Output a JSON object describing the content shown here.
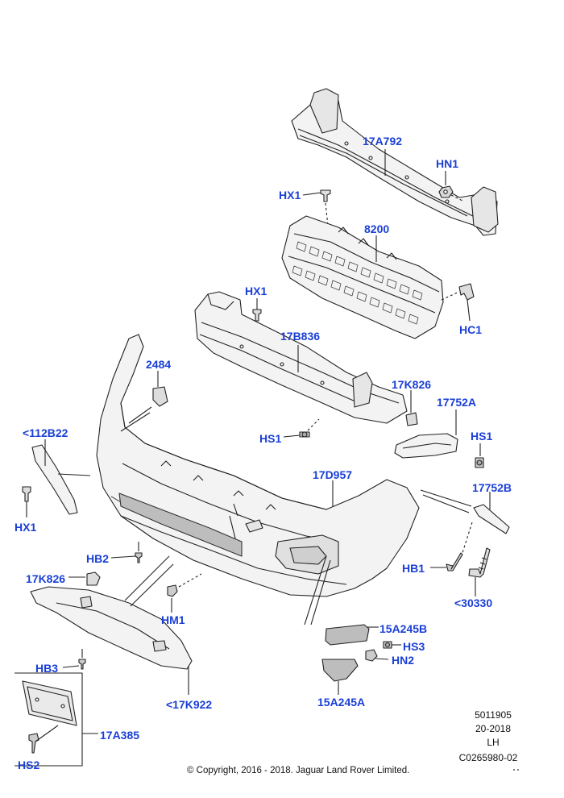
{
  "labels": {
    "rail": "17A792",
    "nut_hn1": "HN1",
    "clip_hx1_top": "HX1",
    "grille": "8200",
    "clip_hx1_mid": "HX1",
    "clip_hc1": "HC1",
    "support": "17B836",
    "bracket_2484": "2484",
    "bracket_17k826_right": "17K826",
    "lamp_17752a": "17752A",
    "screw_hs1_right": "HS1",
    "screw_hs1_left": "HS1",
    "bracket_112b22": "<112B22",
    "cover": "17D957",
    "reflector_17752b": "17752B",
    "clip_hx1_left": "HX1",
    "bolt_hb2": "HB2",
    "bracket_17k826_left": "17K826",
    "bolt_hm1": "HM1",
    "bolt_hb1": "HB1",
    "hook_30330": "<30330",
    "insert_15a245b": "15A245B",
    "screw_hs3": "HS3",
    "nut_hn2": "HN2",
    "bolt_hb3": "HB3",
    "undertray": "<17K922",
    "insert_15a245a": "15A245A",
    "plate_17a385": "17A385",
    "screw_hs2": "HS2"
  },
  "meta": {
    "part_no": "5011905",
    "year_range": "20-2018",
    "side": "LH",
    "ref": "C0265980-02"
  },
  "copyright": "© Copyright, 2016 - 2018. Jaguar Land Rover Limited.",
  "colors": {
    "label": "#1a3fd6",
    "line": "#222222",
    "part_fill": "#f2f2f2"
  }
}
